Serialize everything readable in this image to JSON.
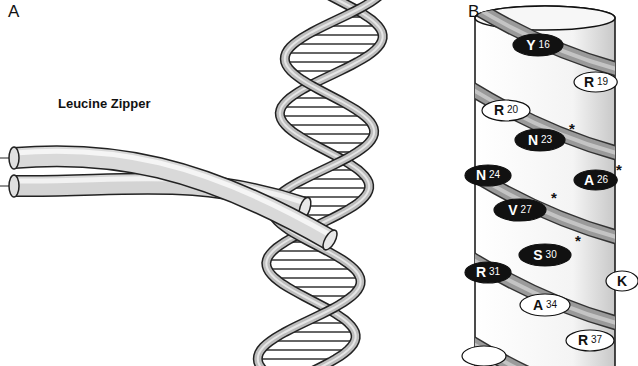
{
  "diagram": {
    "nodes": [
      {
        "text": [
          "Y",
          "16"
        ]
      },
      {
        "text": [
          "R",
          "19"
        ]
      },
      {
        "text": [
          "R",
          "20"
        ]
      },
      {
        "text": [
          "N",
          "23"
        ]
      },
      {
        "text": [
          "N",
          "24"
        ]
      },
      {
        "text": [
          "A",
          "26"
        ]
      },
      {
        "text": [
          "V",
          "27"
        ]
      },
      {
        "text": [
          "S",
          "30"
        ]
      },
      {
        "text": [
          "R",
          "31"
        ]
      },
      {
        "text": [
          "K"
        ]
      },
      {
        "text": [
          "A",
          "34"
        ]
      },
      {
        "text": [
          "R",
          "37"
        ]
      }
    ],
    "labels": [
      "A",
      "Leucine Zipper",
      "B",
      "*",
      "*",
      "*",
      "*"
    ]
  }
}
